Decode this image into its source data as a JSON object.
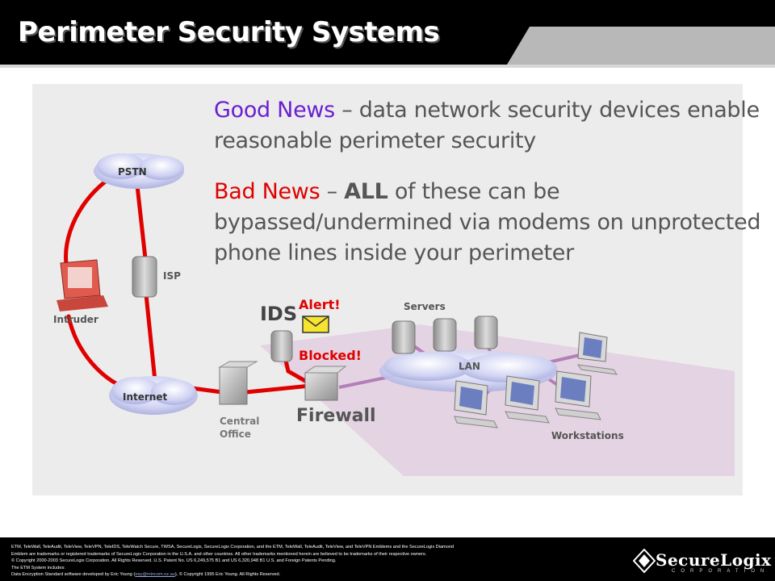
{
  "header": {
    "title": "Perimeter Security Systems"
  },
  "good_news": {
    "label": "Good News",
    "text": " – data network security devices enable reasonable perimeter security"
  },
  "bad_news": {
    "label": "Bad News",
    "dash": " – ",
    "emphasis": "ALL",
    "text": " of these can be bypassed/undermined via modems on unprotected phone lines inside your perimeter"
  },
  "diagram": {
    "pstn": "PSTN",
    "isp": "ISP",
    "intruder": "Intruder",
    "internet": "Internet",
    "central_office_line1": "Central",
    "central_office_line2": "Office",
    "ids": "IDS",
    "alert": "Alert!",
    "blocked": "Blocked!",
    "firewall": "Firewall",
    "servers": "Servers",
    "lan": "LAN",
    "workstations": "Workstations"
  },
  "colors": {
    "accent_purple": "#6a1fd0",
    "accent_red": "#e00000",
    "link_red": "#e00000"
  },
  "footer": {
    "line1": "ETM, TeleWall, TeleAudit, TeleView, TeleVPN, TeleIDS, TeleWatch Secure, TWSA, SecureLogix, SecureLogix Corporation, and the ETM, TeleWall, TeleAudit, TeleView, and TeleVPN Emblems and the SecureLogix Diamond",
    "line2": "Emblem are trademarks or registered trademarks of SecureLogix Corporation in the U.S.A. and other countries. All other trademarks mentioned herein are believed to be trademarks of their respective owners.",
    "line3": "© Copyright 2000-2003 SecureLogix Corporation. All Rights Reserved. U.S. Patent No. US 6,249,575 B1 and US 6,320,948 B1 U.S. and Foreign Patents Pending.",
    "line4": "The ETM System includes:",
    "line5_prefix": "Data Encryption Standard software developed by Eric Young (",
    "line5_link": "eay@mincom.oz.au",
    "line5_suffix": "), © Copyright 1995 Eric Young. All Rights Reserved.",
    "logo_word": "SecureLogix",
    "logo_sub": "CORPORATION"
  }
}
